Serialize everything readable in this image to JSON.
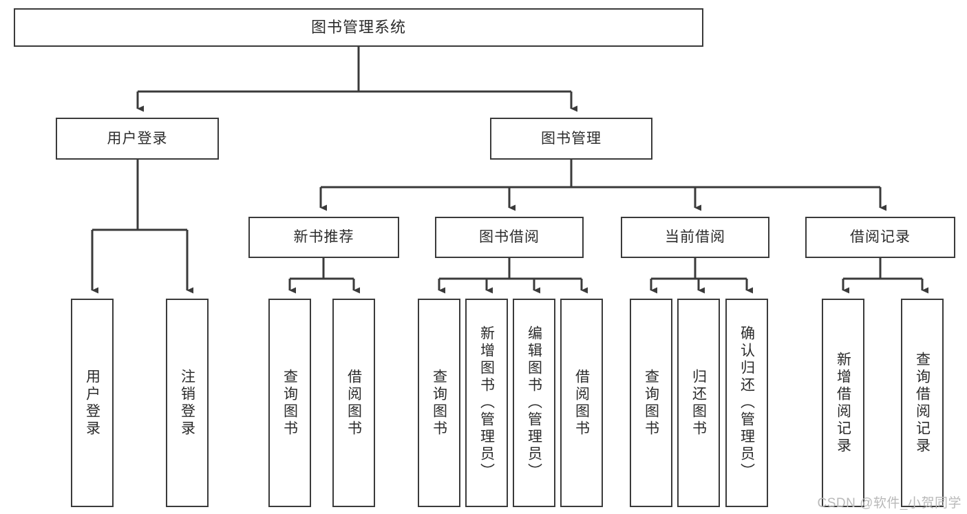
{
  "diagram": {
    "title": "图书管理系统",
    "type": "hierarchy-tree",
    "colors": {
      "stroke": "#3a3a3a",
      "fill": "#ffffff",
      "text": "#2b2b2b",
      "watermark": "#b9b9b9",
      "background": "#ffffff"
    },
    "levels": {
      "root": {
        "label": "图书管理系统"
      },
      "level2": [
        {
          "label": "用户登录"
        },
        {
          "label": "图书管理"
        }
      ],
      "level3": [
        {
          "label": "新书推荐"
        },
        {
          "label": "图书借阅"
        },
        {
          "label": "当前借阅"
        },
        {
          "label": "借阅记录"
        }
      ]
    },
    "nodes": {
      "root": "图书管理系统",
      "user_login": "用户登录",
      "book_manage": "图书管理",
      "new_book_rec": "新书推荐",
      "book_borrow": "图书借阅",
      "current_borrow": "当前借阅",
      "borrow_record": "借阅记录"
    },
    "leaves": {
      "user_login": [
        "用户登录",
        "注销登录"
      ],
      "new_book_rec": [
        "查询图书",
        "借阅图书"
      ],
      "book_borrow": [
        "查询图书",
        "新增图书（管理员）",
        "编辑图书（管理员）",
        "借阅图书"
      ],
      "current_borrow": [
        "查询图书",
        "归还图书",
        "确认归还（管理员）"
      ],
      "borrow_record": [
        "新增借阅记录",
        "查询借阅记录"
      ]
    },
    "watermark": "CSDN @软件_小贺同学"
  }
}
